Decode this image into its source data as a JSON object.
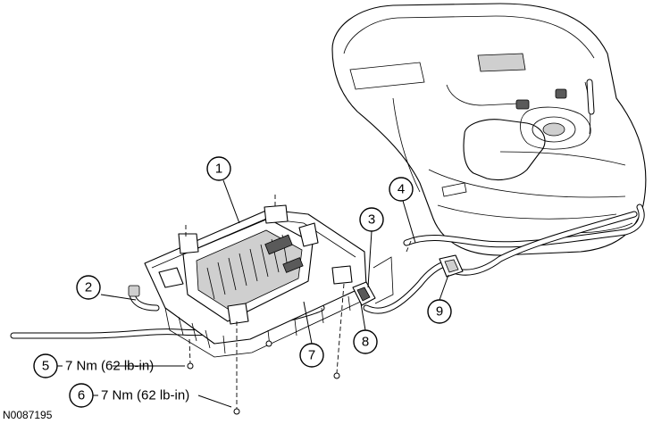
{
  "figure_id": "N0087195",
  "callouts": [
    {
      "number": "1"
    },
    {
      "number": "2"
    },
    {
      "number": "3"
    },
    {
      "number": "4"
    },
    {
      "number": "5",
      "label": "7 Nm (62 lb-in)"
    },
    {
      "number": "6",
      "label": "7 Nm (62 lb-in)"
    },
    {
      "number": "7"
    },
    {
      "number": "8"
    },
    {
      "number": "9"
    }
  ]
}
